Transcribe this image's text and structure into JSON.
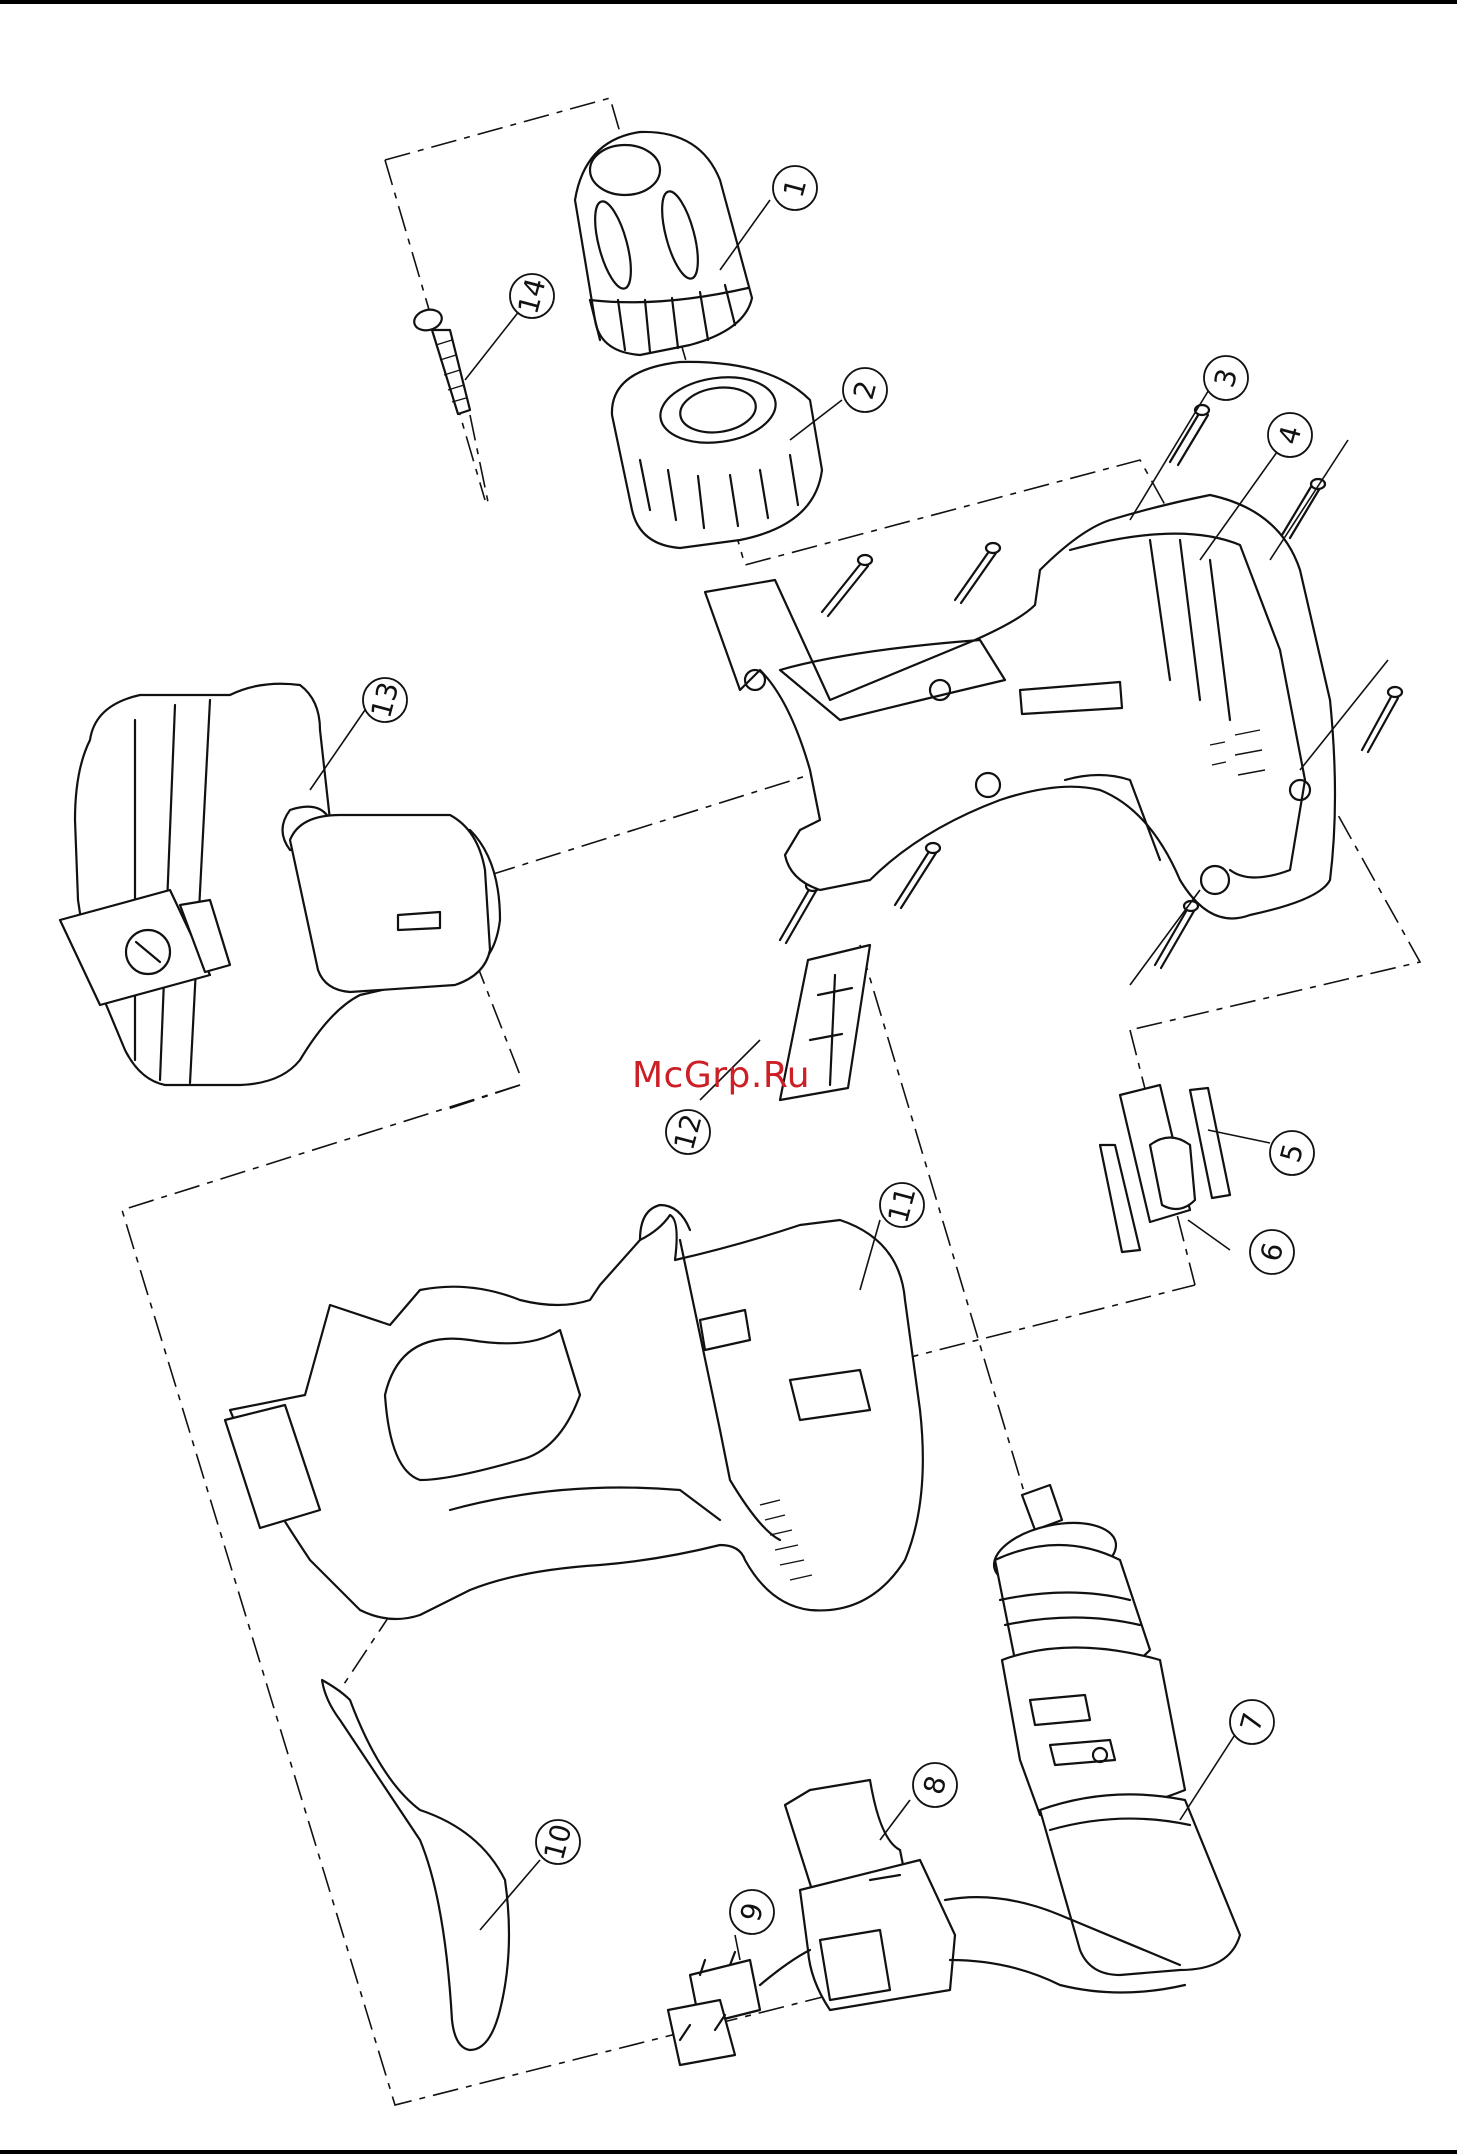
{
  "watermark": "McGrp.Ru",
  "callouts": [
    {
      "id": "callout-1",
      "label": "1"
    },
    {
      "id": "callout-2",
      "label": "2"
    },
    {
      "id": "callout-3",
      "label": "3"
    },
    {
      "id": "callout-4",
      "label": "4"
    },
    {
      "id": "callout-5",
      "label": "5"
    },
    {
      "id": "callout-6",
      "label": "6"
    },
    {
      "id": "callout-7",
      "label": "7"
    },
    {
      "id": "callout-8",
      "label": "8"
    },
    {
      "id": "callout-9",
      "label": "9"
    },
    {
      "id": "callout-10",
      "label": "10"
    },
    {
      "id": "callout-11",
      "label": "11"
    },
    {
      "id": "callout-12",
      "label": "12"
    },
    {
      "id": "callout-13",
      "label": "13"
    },
    {
      "id": "callout-14",
      "label": "14"
    }
  ]
}
